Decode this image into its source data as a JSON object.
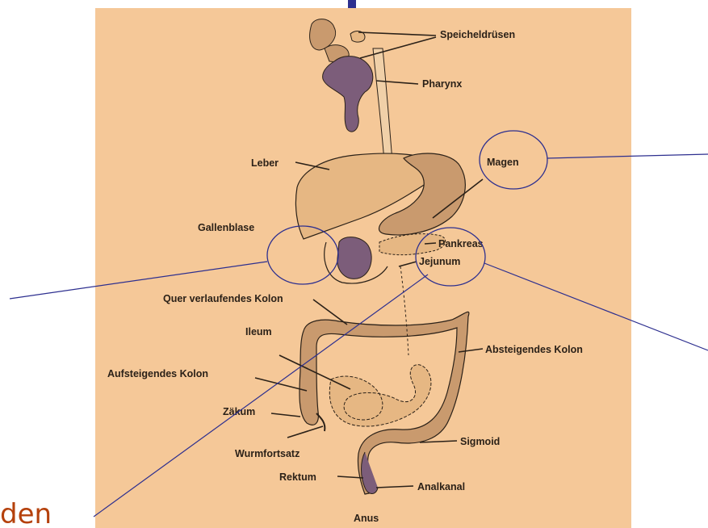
{
  "diagram": {
    "colors": {
      "panel": "#f5c898",
      "organ_light": "#e6b783",
      "organ_mid": "#c99a6e",
      "organ_dark": "#7c5d7a",
      "outline": "#2b2118",
      "highlight": "#2d2f8f",
      "partial_text": "#b5410c"
    },
    "labels": {
      "speicheldruesen": "Speicheldrüsen",
      "pharynx": "Pharynx",
      "leber": "Leber",
      "magen": "Magen",
      "gallenblase": "Gallenblase",
      "pankreas": "Pankreas",
      "jejunum": "Jejunum",
      "quer_kolon": "Quer verlaufendes Kolon",
      "ileum": "Ileum",
      "absteigendes_kolon": "Absteigendes Kolon",
      "aufsteigendes_kolon": "Aufsteigendes Kolon",
      "zaekum": "Zäkum",
      "wurmfortsatz": "Wurmfortsatz",
      "sigmoid": "Sigmoid",
      "rektum": "Rektum",
      "analkanal": "Analkanal",
      "anus": "Anus"
    },
    "partial_text": "den"
  }
}
